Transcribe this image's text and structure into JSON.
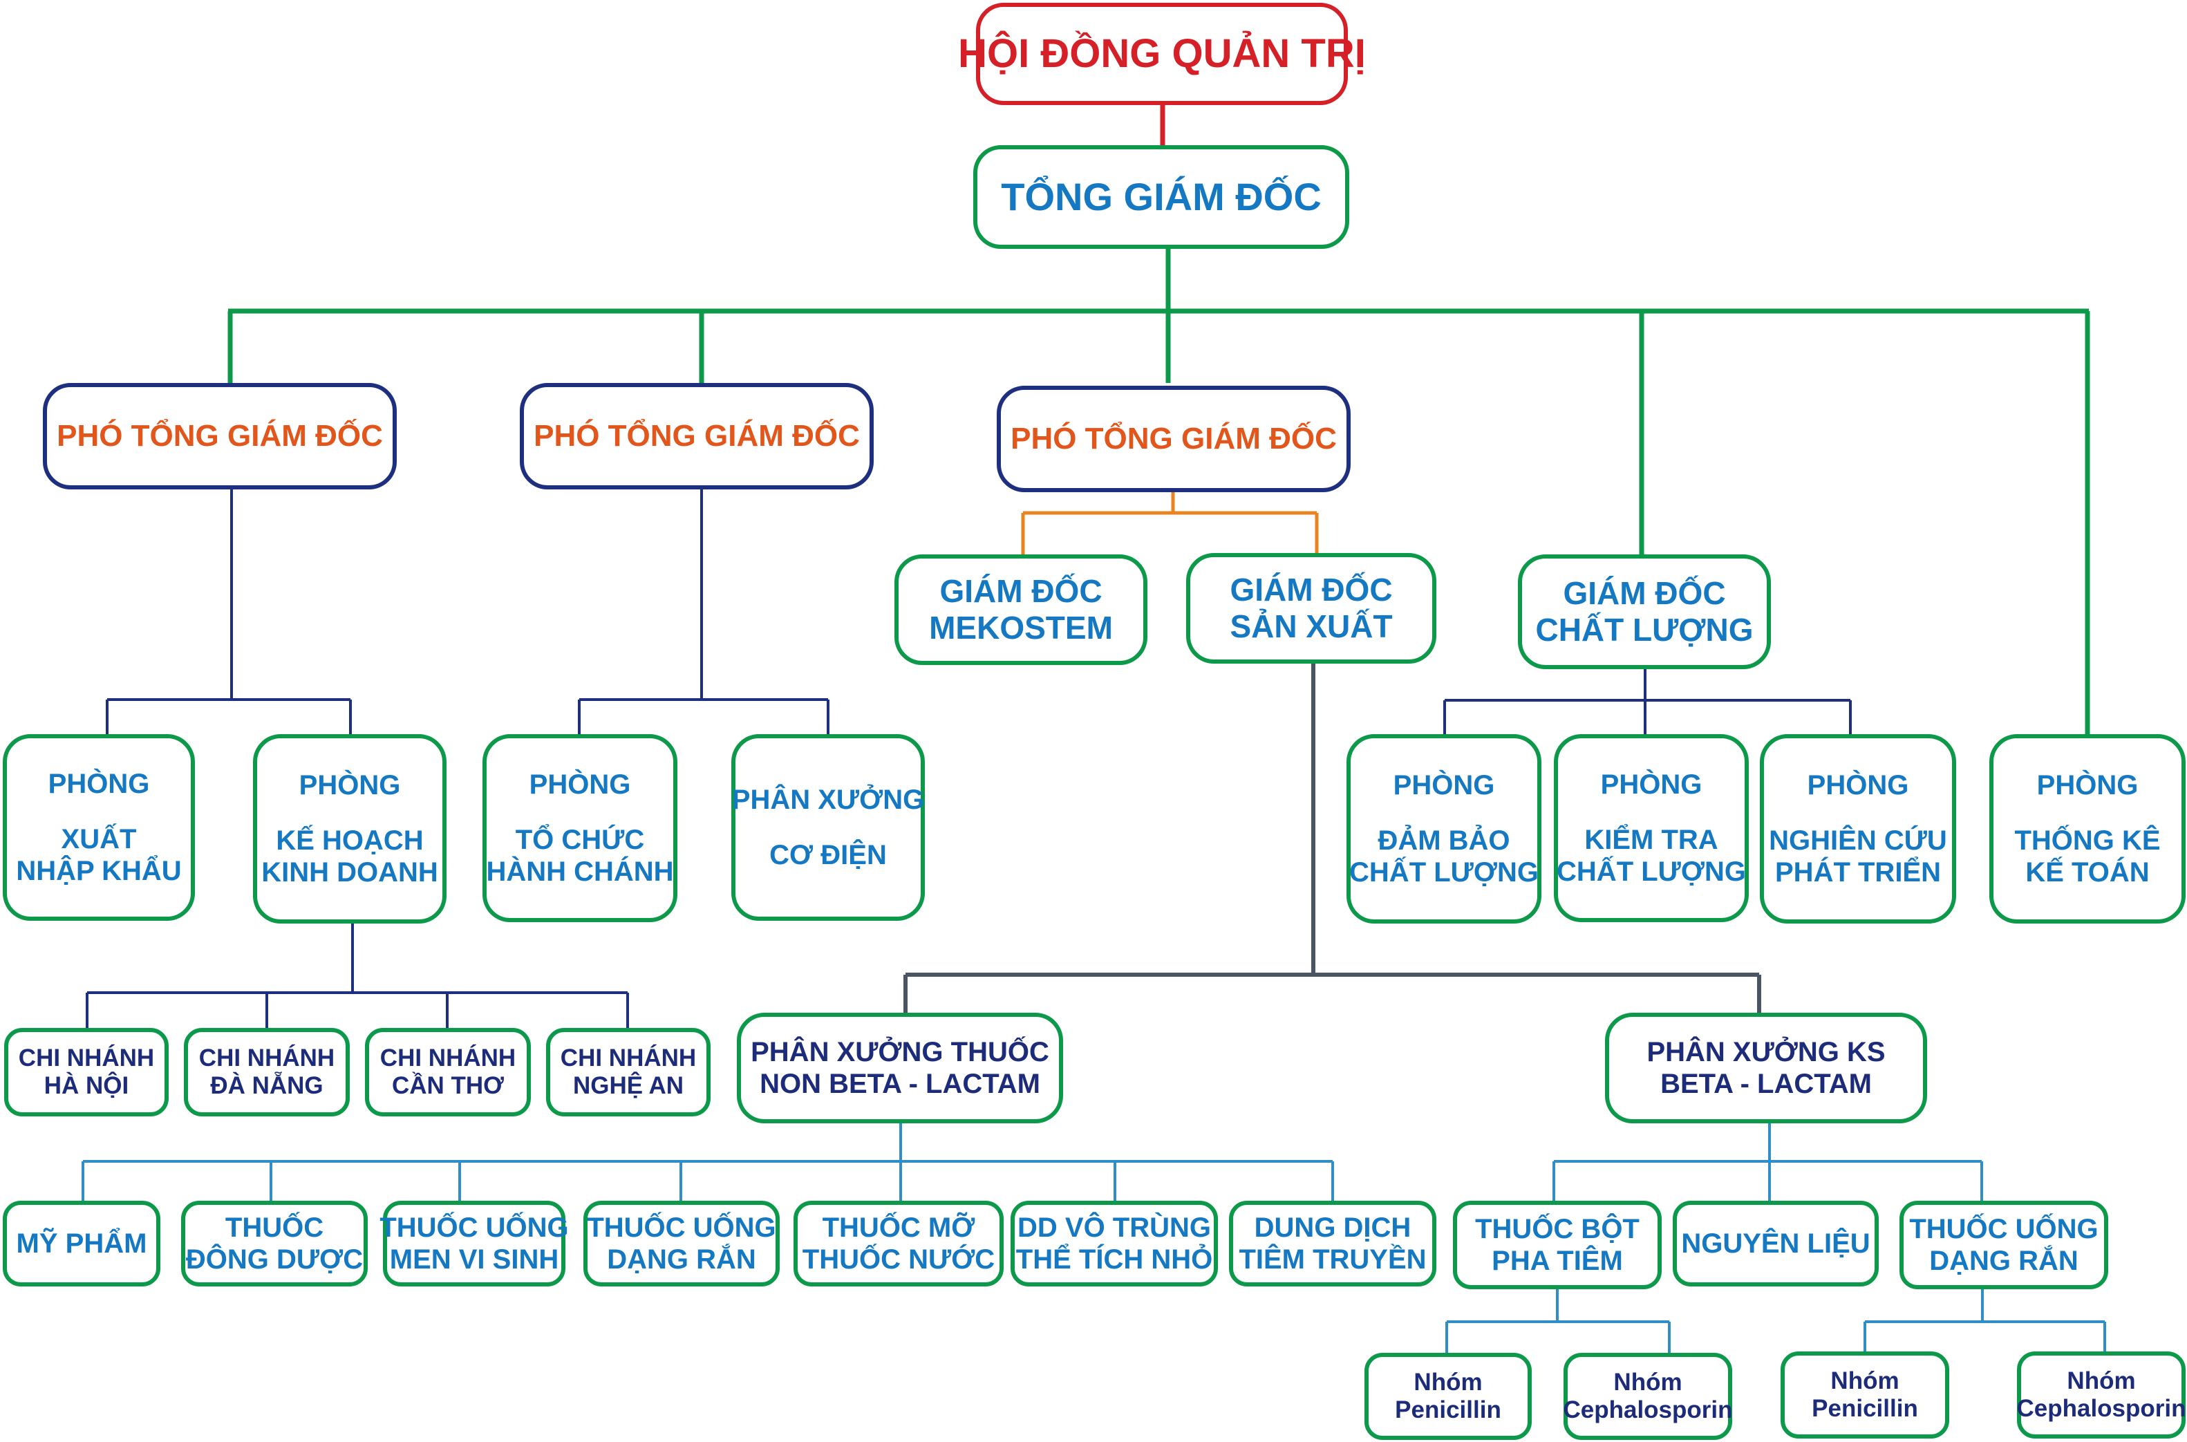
{
  "board": {
    "label": "HỘI ĐỒNG QUẢN TRỊ"
  },
  "ceo": {
    "label": "TỔNG GIÁM ĐỐC"
  },
  "deputy_directors": [
    {
      "label": "PHÓ TỔNG GIÁM ĐỐC"
    },
    {
      "label": "PHÓ TỔNG GIÁM ĐỐC"
    },
    {
      "label": "PHÓ TỔNG GIÁM ĐỐC"
    }
  ],
  "directors": {
    "mekostem": {
      "line1": "GIÁM ĐỐC",
      "line2": "MEKOSTEM"
    },
    "production": {
      "line1": "GIÁM ĐỐC",
      "line2": "SẢN XUẤT"
    },
    "quality": {
      "line1": "GIÁM ĐỐC",
      "line2": "CHẤT LƯỢNG"
    }
  },
  "departments": {
    "import_export": {
      "line1": "PHÒNG",
      "line2": "XUẤT",
      "line3": "NHẬP KHẨU"
    },
    "business_planning": {
      "line1": "PHÒNG",
      "line2": "KẾ HOẠCH",
      "line3": "KINH DOANH"
    },
    "organization_admin": {
      "line1": "PHÒNG",
      "line2": "TỔ CHỨC",
      "line3": "HÀNH CHÁNH"
    },
    "mechanical_electrical": {
      "line1": "PHÂN XƯỞNG",
      "line2": "CƠ ĐIỆN"
    },
    "quality_assurance": {
      "line1": "PHÒNG",
      "line2": "ĐẢM BẢO",
      "line3": "CHẤT LƯỢNG"
    },
    "quality_control": {
      "line1": "PHÒNG",
      "line2": "KIỂM TRA",
      "line3": "CHẤT LƯỢNG"
    },
    "research_development": {
      "line1": "PHÒNG",
      "line2": "NGHIÊN CỨU",
      "line3": "PHÁT TRIỂN"
    },
    "accounting": {
      "line1": "PHÒNG",
      "line2": "THỐNG KÊ",
      "line3": "KẾ TOÁN"
    }
  },
  "branches": [
    {
      "line1": "CHI NHÁNH",
      "line2": "HÀ NỘI"
    },
    {
      "line1": "CHI NHÁNH",
      "line2": "ĐÀ NẴNG"
    },
    {
      "line1": "CHI NHÁNH",
      "line2": "CẦN THƠ"
    },
    {
      "line1": "CHI NHÁNH",
      "line2": "NGHỆ AN"
    }
  ],
  "workshops": {
    "non_beta": {
      "line1": "PHÂN XƯỞNG THUỐC",
      "line2": "NON BETA - LACTAM"
    },
    "beta": {
      "line1": "PHÂN XƯỞNG KS",
      "line2": "BETA - LACTAM"
    }
  },
  "non_beta_units": [
    {
      "line1": "MỸ PHẨM"
    },
    {
      "line1": "THUỐC",
      "line2": "ĐÔNG DƯỢC"
    },
    {
      "line1": "THUỐC UỐNG",
      "line2": "MEN VI SINH"
    },
    {
      "line1": "THUỐC UỐNG",
      "line2": "DẠNG RẮN"
    },
    {
      "line1": "THUỐC MỠ",
      "line2": "THUỐC NƯỚC"
    },
    {
      "line1": "DD VÔ TRÙNG",
      "line2": "THỂ TÍCH NHỎ"
    },
    {
      "line1": "DUNG DỊCH",
      "line2": "TIÊM TRUYỀN"
    }
  ],
  "beta_units": [
    {
      "line1": "THUỐC BỘT",
      "line2": "PHA TIÊM"
    },
    {
      "line1": "NGUYÊN LIỆU"
    },
    {
      "line1": "THUỐC UỐNG",
      "line2": "DẠNG RẮN"
    }
  ],
  "groups": [
    {
      "line1": "Nhóm",
      "line2": "Penicillin"
    },
    {
      "line1": "Nhóm",
      "line2": "Cephalosporin"
    },
    {
      "line1": "Nhóm",
      "line2": "Penicillin"
    },
    {
      "line1": "Nhóm",
      "line2": "Cephalosporin"
    }
  ],
  "colors": {
    "board_red": "#d62027",
    "green_border": "#0c9a4a",
    "navy_border": "#1e2f80",
    "blue_text": "#1478c2",
    "orange_text": "#e2561b",
    "navy_text": "#1d2b7b",
    "orange_connector": "#e8841f",
    "gray_connector": "#4a5563",
    "light_blue_connector": "#2f8ec8"
  }
}
